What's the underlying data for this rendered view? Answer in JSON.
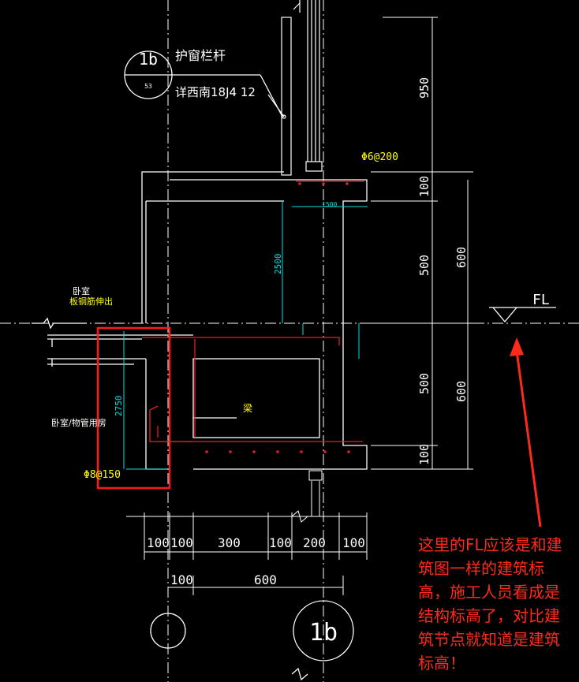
{
  "callout": {
    "bubble_id": "1b",
    "bubble_sheet": "53",
    "title": "护窗栏杆",
    "reference": "详西南18J4 12"
  },
  "rebar": {
    "top": "Φ6@200",
    "side": "Φ8@150",
    "top_width": "1500",
    "inner_height": "2500",
    "outer_height": "2750"
  },
  "labels": {
    "room_top": "卧室",
    "rebar_extend": "板钢筋伸出",
    "room_bottom": "卧室/物管用房",
    "beam": "梁"
  },
  "dims_right": [
    "950",
    "100",
    "500",
    "600",
    "500",
    "600",
    "100"
  ],
  "dims_bottom_row1": [
    "100",
    "100",
    "300",
    "100",
    "200",
    "100"
  ],
  "dims_bottom_row2": [
    "100",
    "600"
  ],
  "elevation": {
    "label": "FL"
  },
  "section_bubble": {
    "label": "1b"
  },
  "annotation": {
    "text_lines": [
      "这里的FL应该是和建",
      "筑图一样的建筑标",
      "高，施工人员看成是",
      "结构标高了，对比建",
      "筑节点就知道是建筑",
      "标高！"
    ],
    "color": "#ff2a1a"
  },
  "colors": {
    "line": "#ffffff",
    "rebar": "#e0202a",
    "dim": "#00e0e0",
    "label": "#ffff00",
    "highlight": "#ff1a1a"
  }
}
